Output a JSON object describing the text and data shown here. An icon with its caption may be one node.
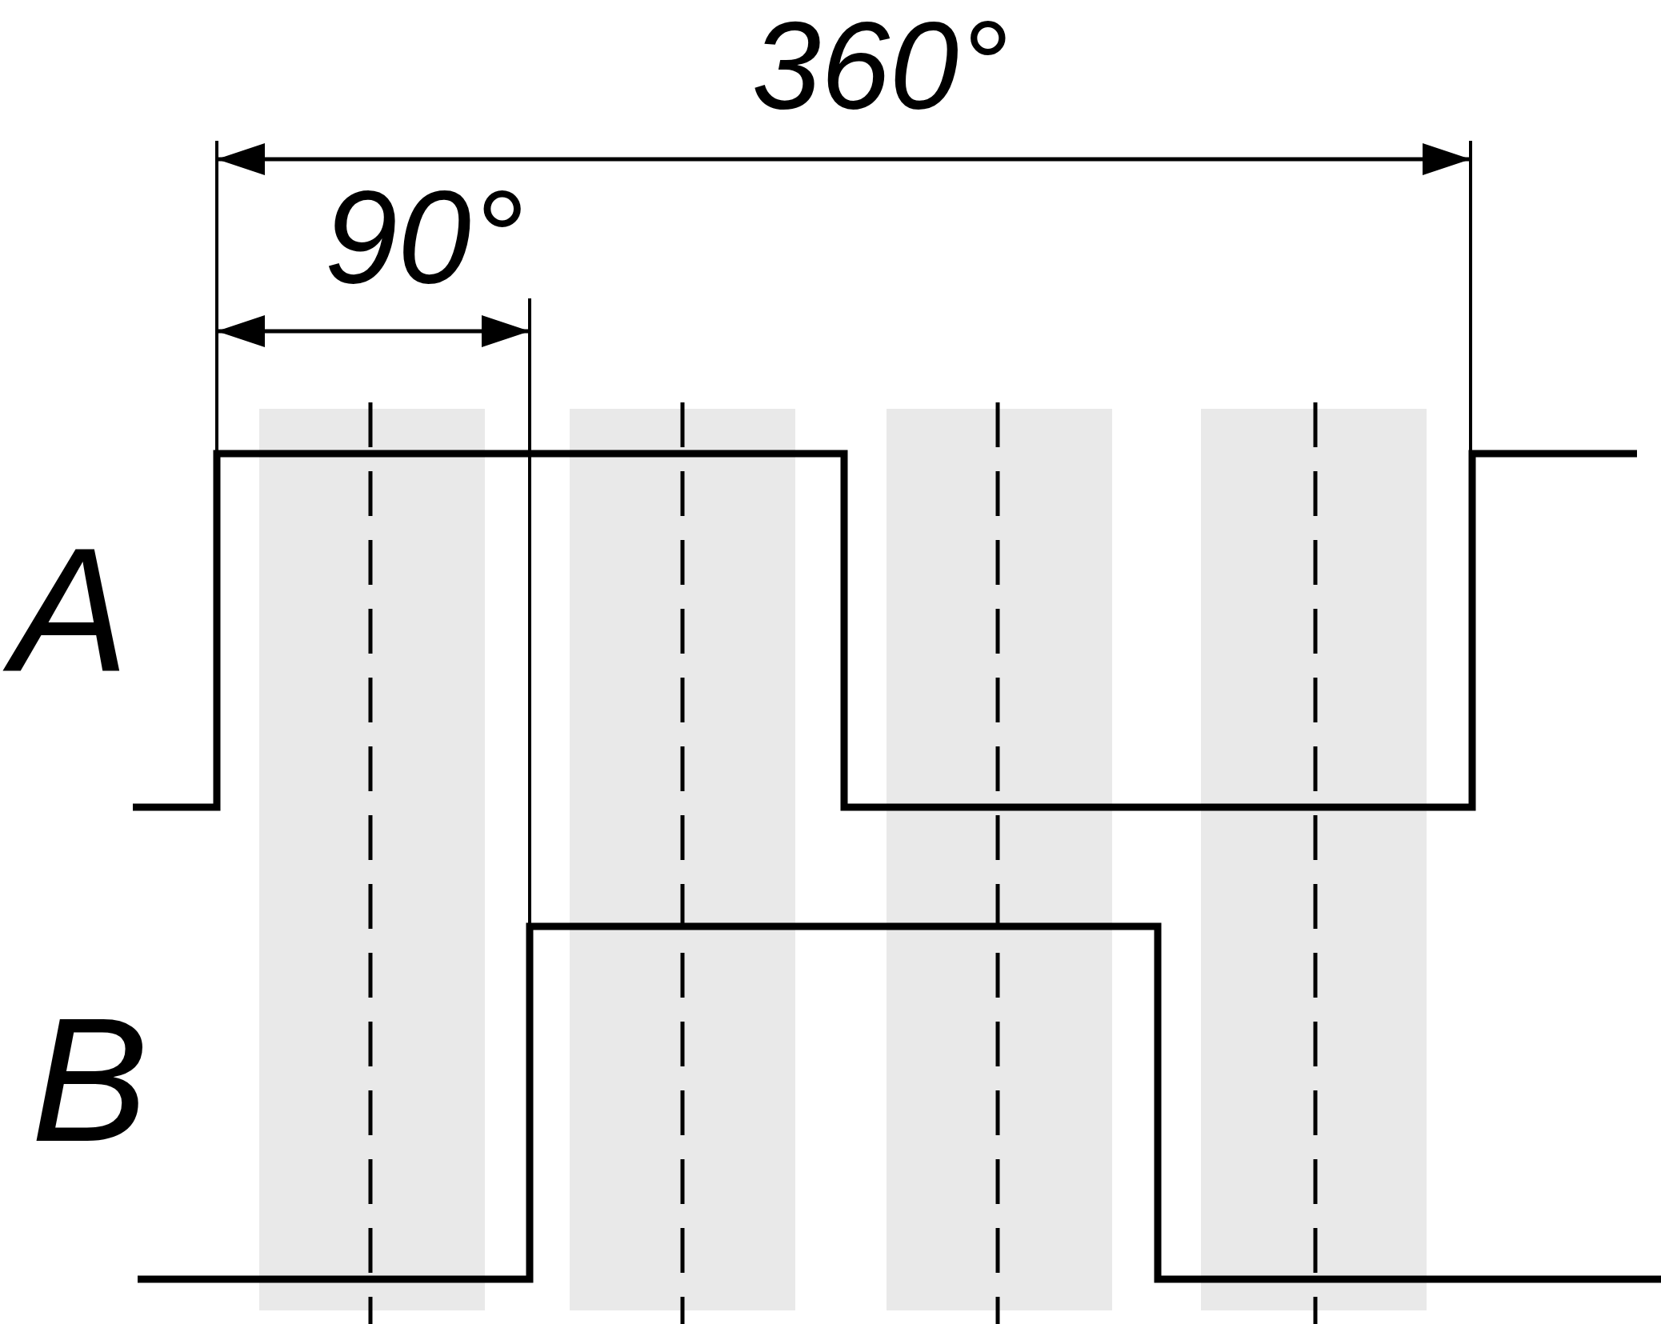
{
  "diagram": {
    "labels": [
      "360°",
      "90°",
      "A",
      "B"
    ]
  }
}
